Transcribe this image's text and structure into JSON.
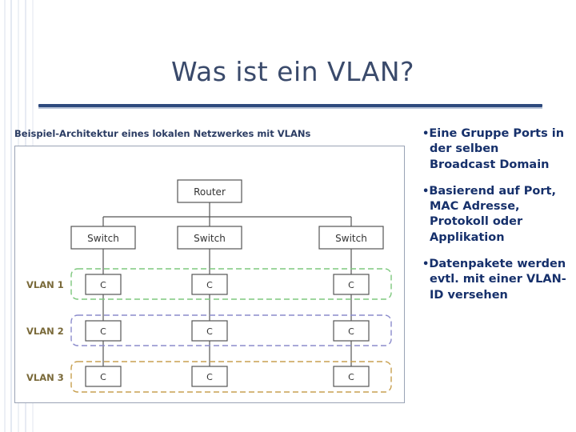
{
  "slide": {
    "title": "Was ist ein VLAN?",
    "caption": "Beispiel-Architektur eines lokalen Netzwerkes mit VLANs",
    "bullets": [
      "Eine Gruppe Ports in der selben Broadcast Domain",
      "Basierend auf Port, MAC Adresse, Protokoll oder Applikation",
      "Datenpakete werden evtl. mit einer VLAN-ID versehen"
    ],
    "bullet_marker": "•"
  },
  "diagram": {
    "router_label": "Router",
    "switches": [
      "Switch",
      "Switch",
      "Switch"
    ],
    "vlan_labels": [
      "VLAN 1",
      "VLAN 2",
      "VLAN 3"
    ],
    "client_label": "C",
    "colors": {
      "vlan1": "#7ec87e",
      "vlan2": "#8c8ccc",
      "vlan3": "#c8a050",
      "box_border": "#555555",
      "text": "#333333",
      "vlan_label": "#7a6a3a"
    }
  }
}
